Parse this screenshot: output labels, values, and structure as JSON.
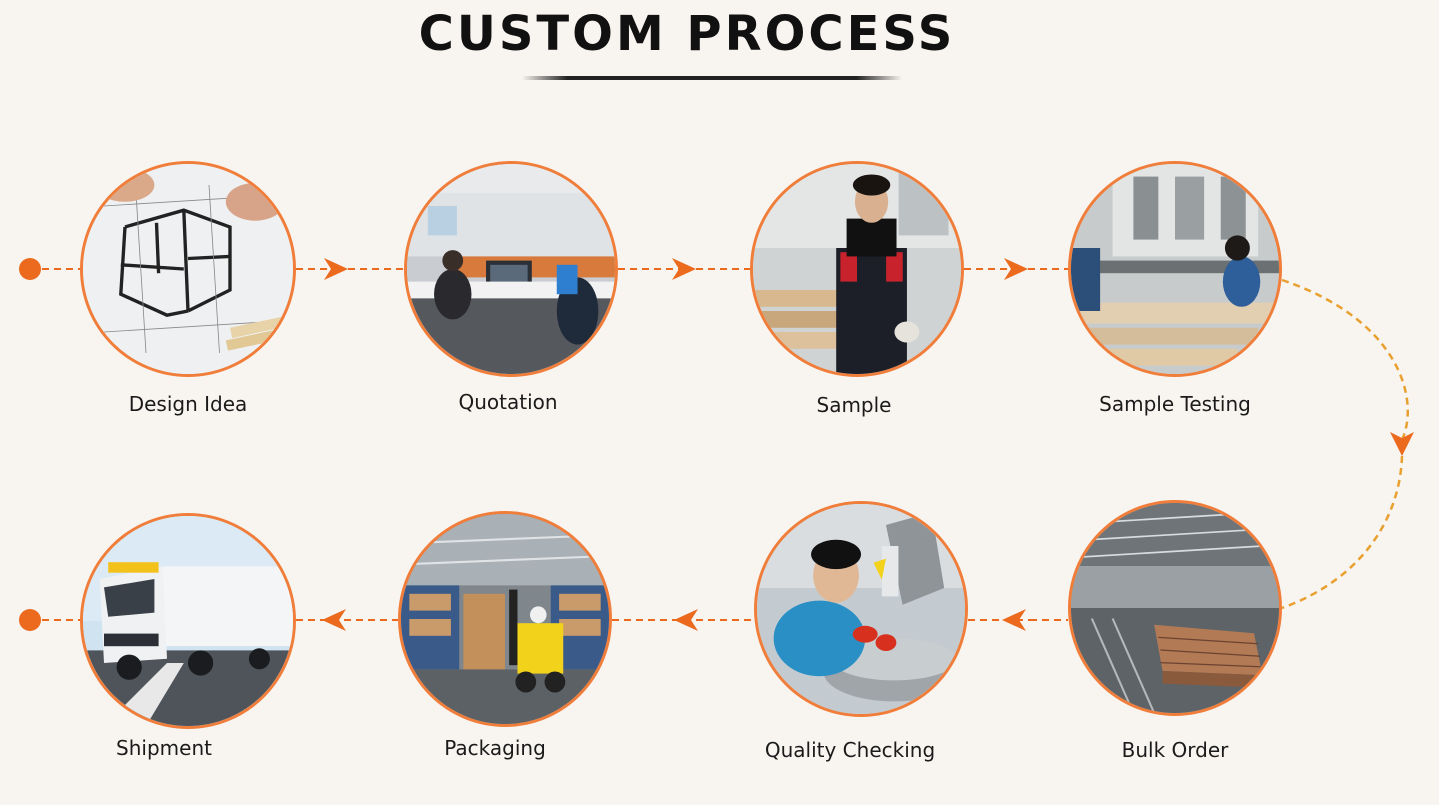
{
  "title": "CUSTOM PROCESS",
  "colors": {
    "accent": "#f07e3a",
    "arrow": "#ec6a1d",
    "background": "#f8f4ef",
    "text": "#1b1b1b"
  },
  "steps": [
    {
      "label": "Design Idea",
      "photo": "floor-plan-drawing"
    },
    {
      "label": "Quotation",
      "photo": "office-workers-at-computers"
    },
    {
      "label": "Sample",
      "photo": "worker-with-wood-panels"
    },
    {
      "label": "Sample Testing",
      "photo": "machine-testing-workshop"
    },
    {
      "label": "Bulk Order",
      "photo": "factory-production-line"
    },
    {
      "label": "Quality Checking",
      "photo": "inspector-checking-parts"
    },
    {
      "label": "Packaging",
      "photo": "warehouse-forklift"
    },
    {
      "label": "Shipment",
      "photo": "delivery-truck"
    }
  ]
}
